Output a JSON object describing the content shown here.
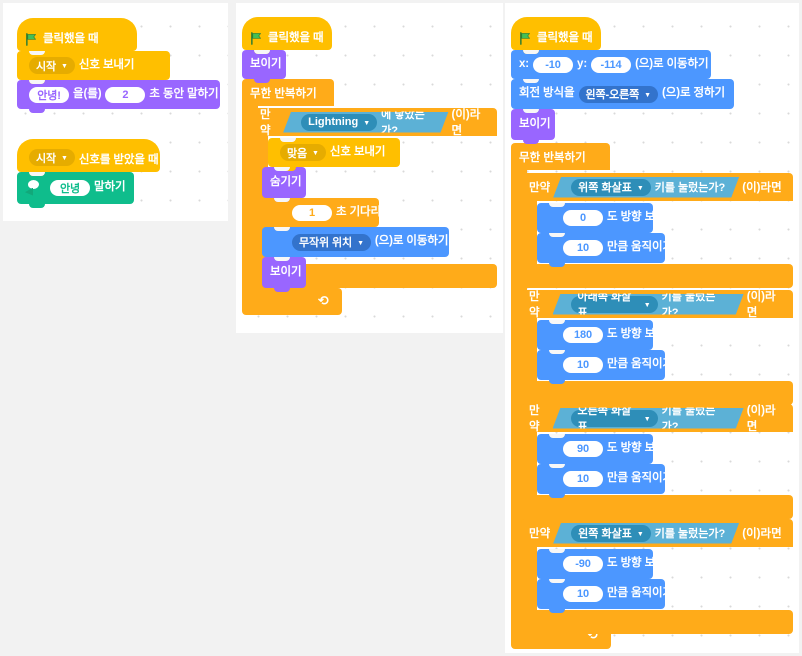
{
  "app": {
    "name": "Scratch Block Editor",
    "language": "ko"
  },
  "icons": {
    "green_flag": "green-flag-icon",
    "speech_bubble": "speech-bubble-icon",
    "loop_arrow": "loop-arrow-icon",
    "dropdown": "chevron-down-icon"
  },
  "colors": {
    "events": "#FFBF00",
    "control": "#FFAB19",
    "looks": "#9966FF",
    "motion": "#4C97FF",
    "sensing": "#5CB1D6",
    "tts": "#0FBD8C",
    "canvas": "#FFFFFF",
    "page": "#F2F2F2",
    "grid_dot": "#D9D9D9"
  },
  "scripts": {
    "script1": {
      "hat": "클릭했을 때",
      "broadcast": {
        "target": "시작",
        "label": "신호 보내기"
      },
      "say_for_secs": {
        "message": "안녕!",
        "particle": "을(를)",
        "seconds": "2",
        "label": "초 동안 말하기"
      }
    },
    "script2": {
      "hat": {
        "target": "시작",
        "label": "신호를 받았을 때"
      },
      "tts_say": {
        "message": "안녕",
        "label": "말하기"
      }
    },
    "script3": {
      "hat": "클릭했을 때",
      "show": "보이기",
      "forever": "무한 반복하기",
      "if_label": "만약",
      "if_then": "(이)라면",
      "touching": {
        "target": "Lightning",
        "label": "에 닿았는가?"
      },
      "broadcast": {
        "target": "맞음",
        "label": "신호 보내기"
      },
      "hide": "숨기기",
      "wait": {
        "seconds": "1",
        "label": "초 기다리기"
      },
      "goto": {
        "target": "무작위 위치",
        "label": "(으)로 이동하기"
      },
      "show2": "보이기"
    },
    "script4": {
      "hat": "클릭했을 때",
      "goto_xy": {
        "x_label": "x:",
        "x": "-10",
        "y_label": "y:",
        "y": "-114",
        "label": "(으)로 이동하기"
      },
      "set_rotation": {
        "prefix": "회전 방식을",
        "mode": "왼쪽-오른쪽",
        "label": "(으)로 정하기"
      },
      "show": "보이기",
      "forever": "무한 반복하기",
      "if_label": "만약",
      "if_then": "(이)라면",
      "key_pressed_label": "키를 눌렀는가?",
      "point_label": "도 방향 보기",
      "move_label": "만큼 움직이기",
      "branches": [
        {
          "key": "위쪽 화살표",
          "direction": "0",
          "steps": "10"
        },
        {
          "key": "아래쪽 화살표",
          "direction": "180",
          "steps": "10"
        },
        {
          "key": "오른쪽 화살표",
          "direction": "90",
          "steps": "10"
        },
        {
          "key": "왼쪽 화살표",
          "direction": "-90",
          "steps": "10"
        }
      ]
    }
  }
}
